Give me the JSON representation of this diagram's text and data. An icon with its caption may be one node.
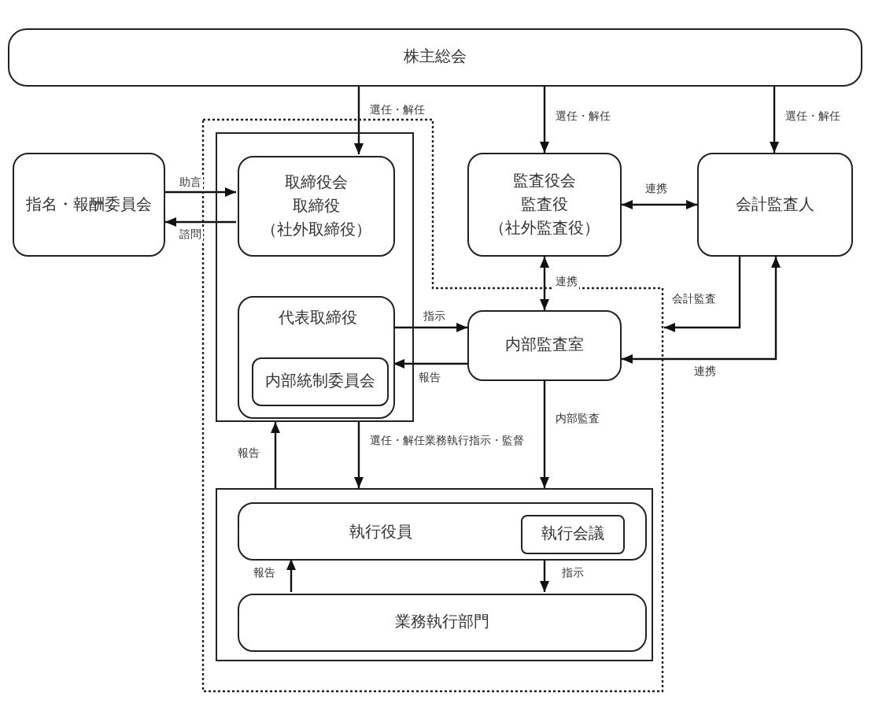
{
  "diagram": {
    "nodes": [
      {
        "text": [
          "株主総会"
        ]
      },
      {
        "text": [],
        "shape": "box"
      },
      {
        "text": [
          "指名・報酬委員会"
        ]
      },
      {
        "text": [],
        "shape": "box",
        "in": 1
      },
      {
        "text": [
          "取締役会",
          "取締役",
          "（社外取締役）"
        ],
        "in": 3
      },
      {
        "text": [
          "監査役会",
          "監査役",
          "（社外監査役）"
        ]
      },
      {
        "text": [
          "会計監査人"
        ]
      },
      {
        "text": [
          "代表取締役"
        ],
        "in": 3
      },
      {
        "text": [
          "内部統制委員会"
        ],
        "in": 7
      },
      {
        "text": [
          "内部監査室"
        ],
        "in": 1
      },
      {
        "text": [],
        "shape": "box",
        "in": 1
      },
      {
        "text": [
          "執行役員"
        ],
        "in": 10
      },
      {
        "text": [
          "執行会議"
        ],
        "in": 11
      },
      {
        "text": [
          "業務執行部門"
        ],
        "in": 10
      }
    ],
    "edges": [
      {
        "from": 0,
        "to": 4,
        "arrow": "to",
        "label": "選任・解任"
      },
      {
        "from": 0,
        "to": 5,
        "arrow": "to",
        "label": "選任・解任"
      },
      {
        "from": 0,
        "to": 6,
        "arrow": "to",
        "label": "選任・解任"
      },
      {
        "from": 2,
        "to": 4,
        "arrow": "to",
        "label": "助言"
      },
      {
        "from": 4,
        "to": 2,
        "arrow": "to",
        "label": "諮問"
      },
      {
        "from": 5,
        "to": 6,
        "arrow": "both",
        "label": "連携"
      },
      {
        "from": 5,
        "to": 9,
        "arrow": "both",
        "label": "連携"
      },
      {
        "from": 6,
        "to": 1,
        "arrow": "to",
        "label": "会計監査"
      },
      {
        "from": 6,
        "to": 9,
        "arrow": "both",
        "label": "連携"
      },
      {
        "from": 7,
        "to": 9,
        "arrow": "to",
        "label": "指示"
      },
      {
        "from": 9,
        "to": 7,
        "arrow": "to",
        "label": "報告"
      },
      {
        "from": 3,
        "to": 10,
        "arrow": "to",
        "label": "選任・解任業務執行指示・監督"
      },
      {
        "from": 10,
        "to": 3,
        "arrow": "to",
        "label": "報告"
      },
      {
        "from": 9,
        "to": 10,
        "arrow": "to",
        "label": "内部監査"
      },
      {
        "from": 11,
        "to": 13,
        "arrow": "to",
        "label": "指示"
      },
      {
        "from": 13,
        "to": 11,
        "arrow": "to",
        "label": "報告"
      }
    ]
  }
}
